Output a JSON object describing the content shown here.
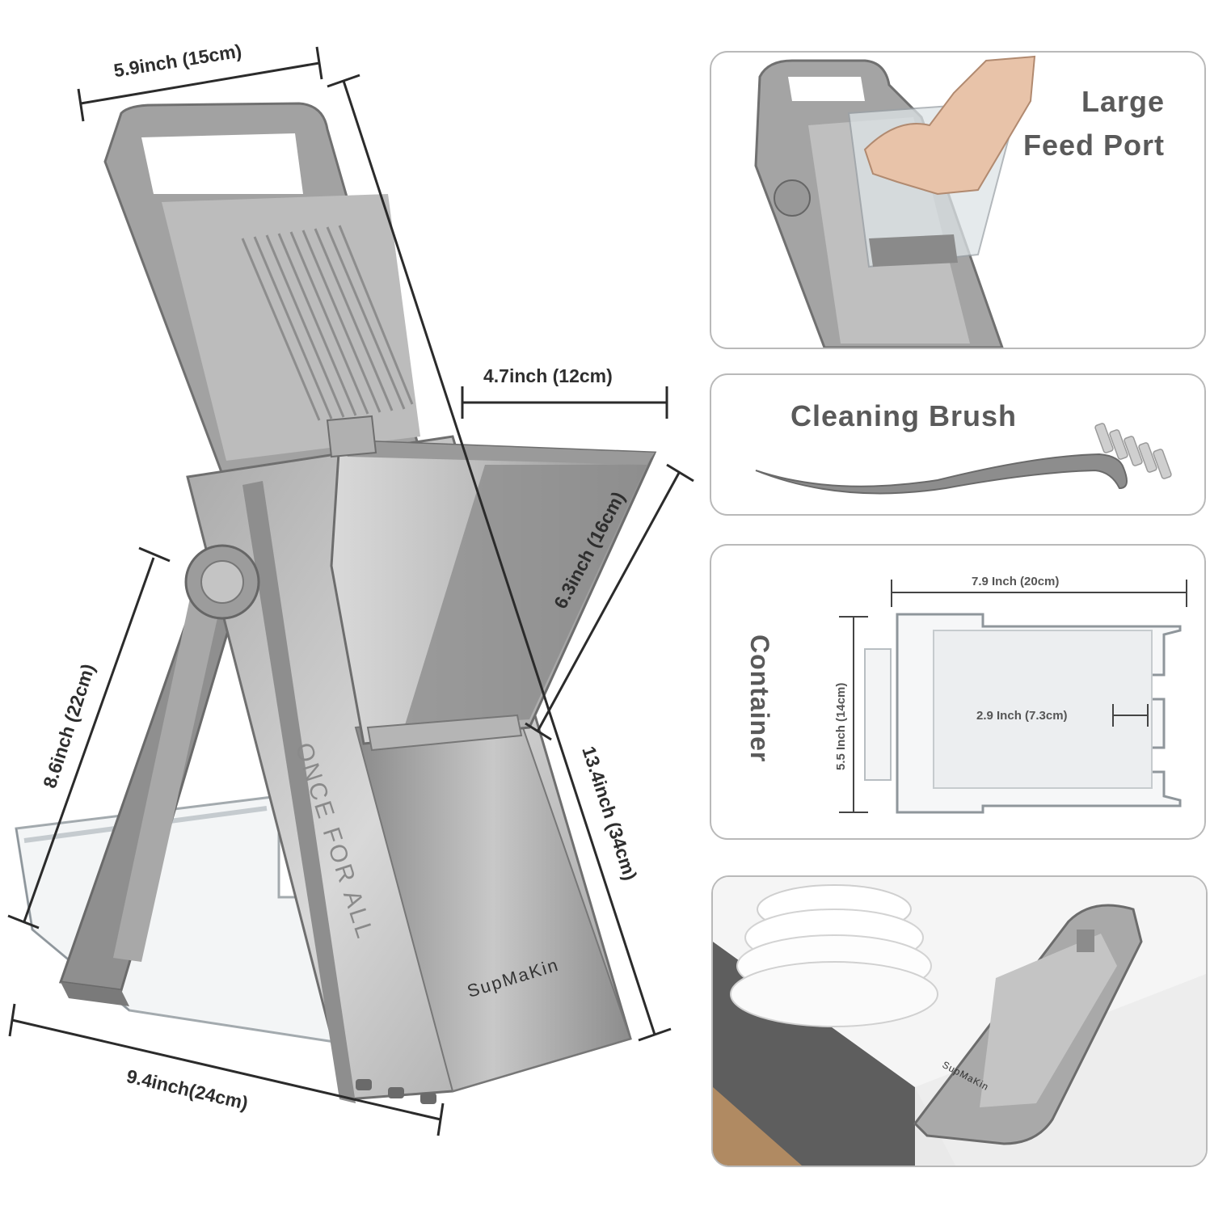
{
  "dimensions": {
    "top_width": "5.9inch (15cm)",
    "height_diag": "13.4inch (34cm)",
    "hopper_width": "4.7inch (12cm)",
    "hopper_depth": "6.3inch (16cm)",
    "leg_length": "8.6inch (22cm)",
    "base_length": "9.4inch(24cm)"
  },
  "product": {
    "brand": "SupMaKin",
    "slogan": "ONCE FOR ALL"
  },
  "panels": {
    "feed_port": {
      "title_line1": "Large",
      "title_line2": "Feed Port"
    },
    "brush": {
      "title": "Cleaning Brush"
    },
    "container": {
      "title": "Container",
      "width": "7.9 Inch (20cm)",
      "height": "5.5 Inch (14cm)",
      "slot": "2.9 Inch (7.3cm)"
    },
    "drawer": {
      "brand": "SupMaKin"
    }
  },
  "colors": {
    "metal": "#9a9a9a",
    "metal_dark": "#6e6e6e",
    "metal_light": "#c9c9c9",
    "panel_border": "#b9b9b9",
    "text": "#2e2e2e"
  }
}
